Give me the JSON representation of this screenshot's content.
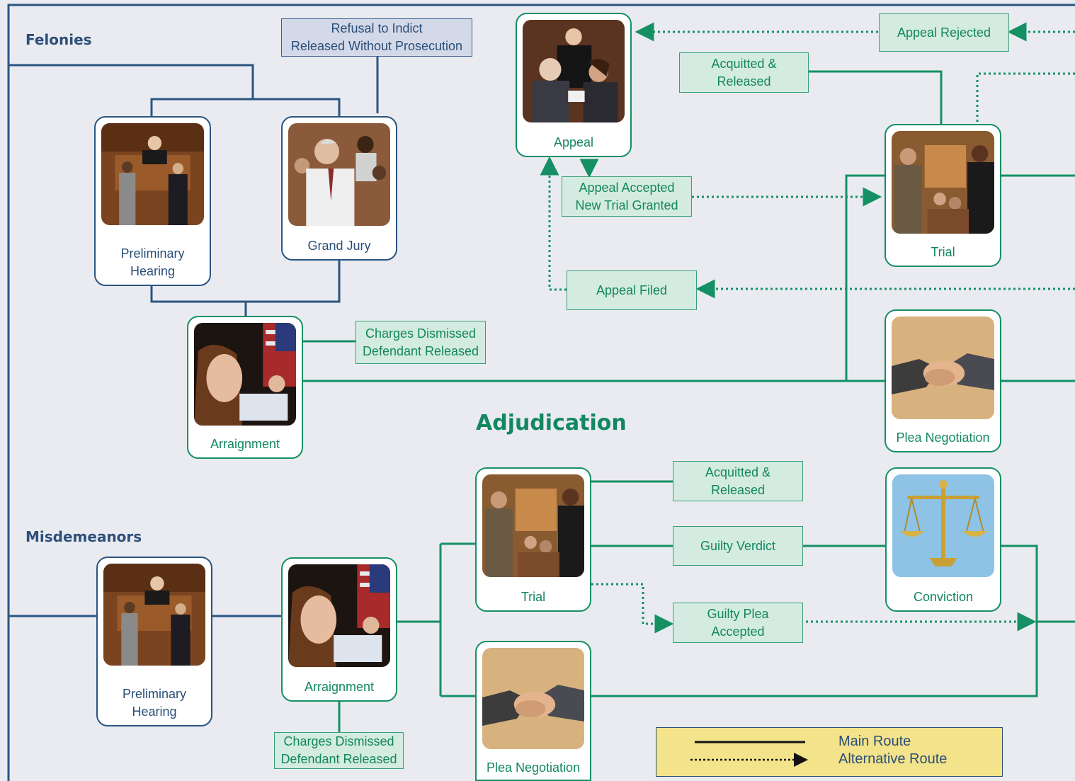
{
  "sections": {
    "felonies": "Felonies",
    "misdemeanors": "Misdemeanors",
    "adjudication": "Adjudication"
  },
  "nodes": {
    "fel_prelim": "Preliminary\nHearing",
    "grand_jury": "Grand Jury",
    "fel_arraignment": "Arraignment",
    "appeal": "Appeal",
    "fel_trial": "Trial",
    "fel_plea": "Plea Negotiation",
    "mis_prelim": "Preliminary\nHearing",
    "mis_arraignment": "Arraignment",
    "mis_trial": "Trial",
    "mis_plea": "Plea Negotiation",
    "conviction": "Conviction"
  },
  "outcomes": {
    "refusal": "Refusal to Indict\nReleased Without Prosecution",
    "fel_dismissed": "Charges Dismissed\nDefendant Released",
    "appeal_rejected": "Appeal Rejected",
    "fel_acquitted": "Acquitted &\nReleased",
    "appeal_accepted": "Appeal Accepted\nNew Trial Granted",
    "appeal_filed": "Appeal Filed",
    "mis_acquitted": "Acquitted &\nReleased",
    "guilty_verdict": "Guilty Verdict",
    "guilty_plea": "Guilty Plea\nAccepted",
    "mis_dismissed": "Charges Dismissed\nDefendant Released"
  },
  "legend": {
    "main": "Main Route",
    "alternative": "Alternative Route"
  },
  "colors": {
    "green": "#159064",
    "blue": "#2a5580",
    "background": "#e9ebf1",
    "legend": "#f3e38a"
  }
}
